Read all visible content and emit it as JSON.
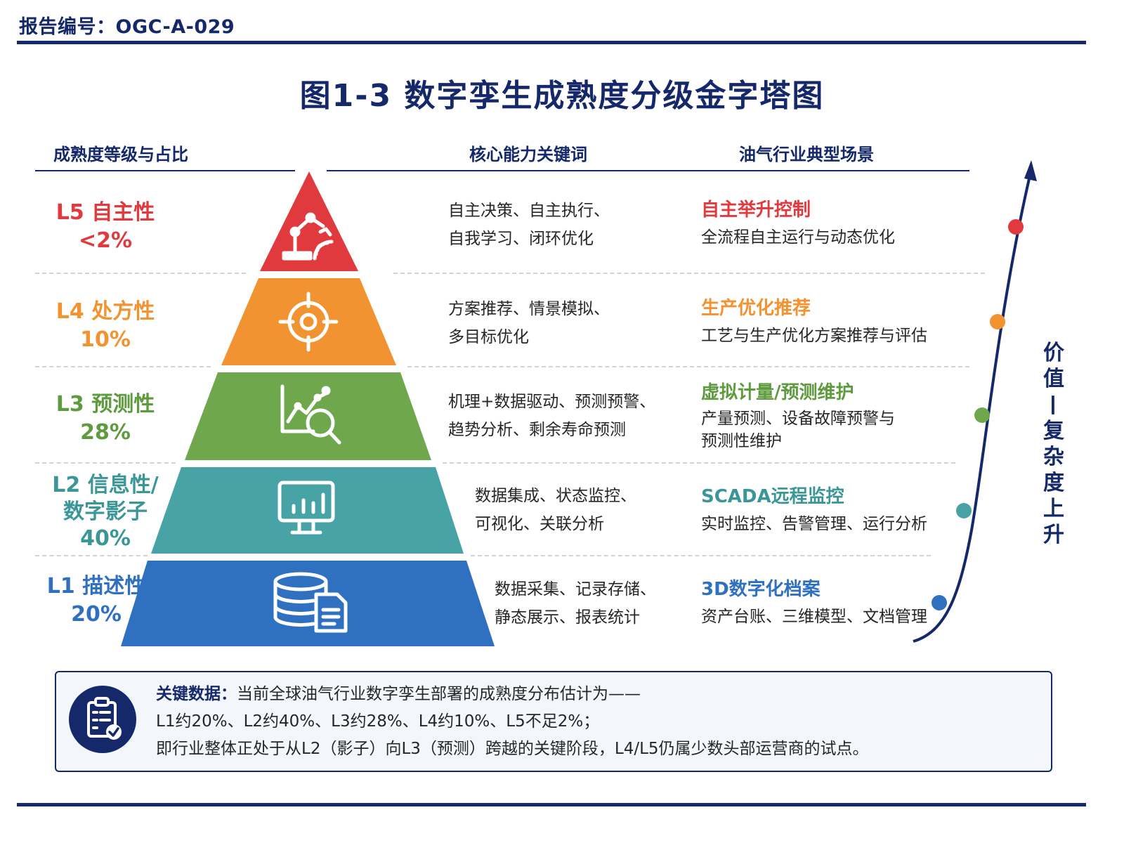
{
  "report_no": "报告编号：OGC-A-029",
  "title": "图1-3  数字孪生成熟度分级金字塔图",
  "columns": {
    "levels": "成熟度等级与占比",
    "keywords": "核心能力关键词",
    "scenes": "油气行业典型场景"
  },
  "colors": {
    "navy": "#14286a",
    "L5": "#e0393e",
    "L4": "#f29331",
    "L3": "#6fa84c",
    "L2": "#47a3a6",
    "L1": "#2f70c0"
  },
  "levels": [
    {
      "id": "L5",
      "name": "L5 自主性",
      "share": "<2%",
      "icon": "robot-arm-icon",
      "keywords": [
        "自主决策、自主执行、",
        "自我学习、闭环优化"
      ],
      "scene_title": "自主举升控制",
      "scene_desc": [
        "全流程自主运行与动态优化"
      ]
    },
    {
      "id": "L4",
      "name": "L4 处方性",
      "share": "10%",
      "icon": "target-icon",
      "keywords": [
        "方案推荐、情景模拟、",
        "多目标优化"
      ],
      "scene_title": "生产优化推荐",
      "scene_desc": [
        "工艺与生产优化方案推荐与评估"
      ]
    },
    {
      "id": "L3",
      "name": "L3 预测性",
      "share": "28%",
      "icon": "trend-magnifier-icon",
      "keywords": [
        "机理+数据驱动、预测预警、",
        "趋势分析、剩余寿命预测"
      ],
      "scene_title": "虚拟计量/预测维护",
      "scene_desc": [
        "产量预测、设备故障预警与",
        "预测性维护"
      ]
    },
    {
      "id": "L2",
      "name_lines": [
        "L2 信息性/",
        "数字影子"
      ],
      "share": "40%",
      "icon": "monitor-chart-icon",
      "keywords": [
        "数据集成、状态监控、",
        "可视化、关联分析"
      ],
      "scene_title": "SCADA远程监控",
      "scene_desc": [
        "实时监控、告警管理、运行分析"
      ]
    },
    {
      "id": "L1",
      "name": "L1 描述性",
      "share": "20%",
      "icon": "database-document-icon",
      "keywords": [
        "数据采集、记录存储、",
        "静态展示、报表统计"
      ],
      "scene_title": "3D数字化档案",
      "scene_desc": [
        "资产台账、三维模型、文档管理"
      ]
    }
  ],
  "axis_label": [
    "价",
    "值",
    "—",
    "复",
    "杂",
    "度",
    "上",
    "升"
  ],
  "note": {
    "label": "关键数据：",
    "line1": "当前全球油气行业数字孪生部署的成熟度分布估计为——",
    "line2": "L1约20%、L2约40%、L3约28%、L4约10%、L5不足2%；",
    "line3": "即行业整体正处于从L2（影子）向L3（预测）跨越的关键阶段，L4/L5仍属少数头部运营商的试点。"
  }
}
